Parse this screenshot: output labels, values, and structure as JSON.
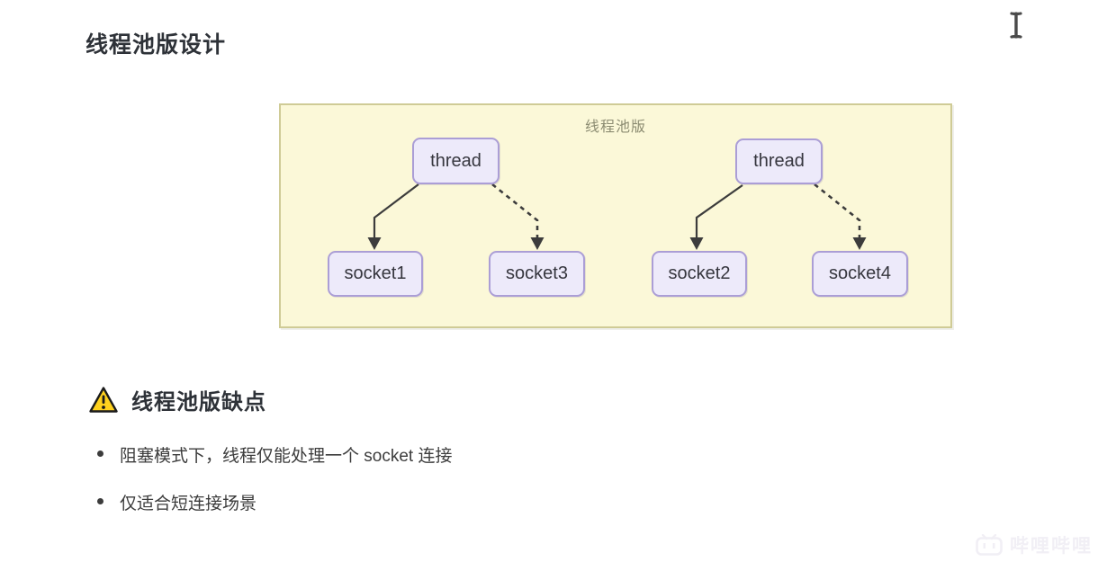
{
  "page": {
    "title": "线程池版设计"
  },
  "diagram": {
    "title": "线程池版",
    "nodes": {
      "thread1": "thread",
      "thread2": "thread",
      "socket1": "socket1",
      "socket3": "socket3",
      "socket2": "socket2",
      "socket4": "socket4"
    },
    "edges": [
      {
        "from": "thread1",
        "to": "socket1",
        "style": "solid"
      },
      {
        "from": "thread1",
        "to": "socket3",
        "style": "dashed"
      },
      {
        "from": "thread2",
        "to": "socket2",
        "style": "solid"
      },
      {
        "from": "thread2",
        "to": "socket4",
        "style": "dashed"
      }
    ],
    "colors": {
      "panel_bg": "#fbf8d8",
      "panel_border": "#cfcb96",
      "node_bg": "#edeafa",
      "node_border": "#ab9ed6",
      "node_text": "#36363e",
      "arrow": "#3c3c3c",
      "panel_title_text": "#8c8c72"
    }
  },
  "warning": {
    "heading": "线程池版缺点",
    "icon": "warning-triangle-icon",
    "icon_color": "#ffd21e",
    "items": [
      "阻塞模式下，线程仅能处理一个 socket 连接",
      "仅适合短连接场景"
    ]
  },
  "watermark": {
    "text": "哔哩哔哩"
  }
}
